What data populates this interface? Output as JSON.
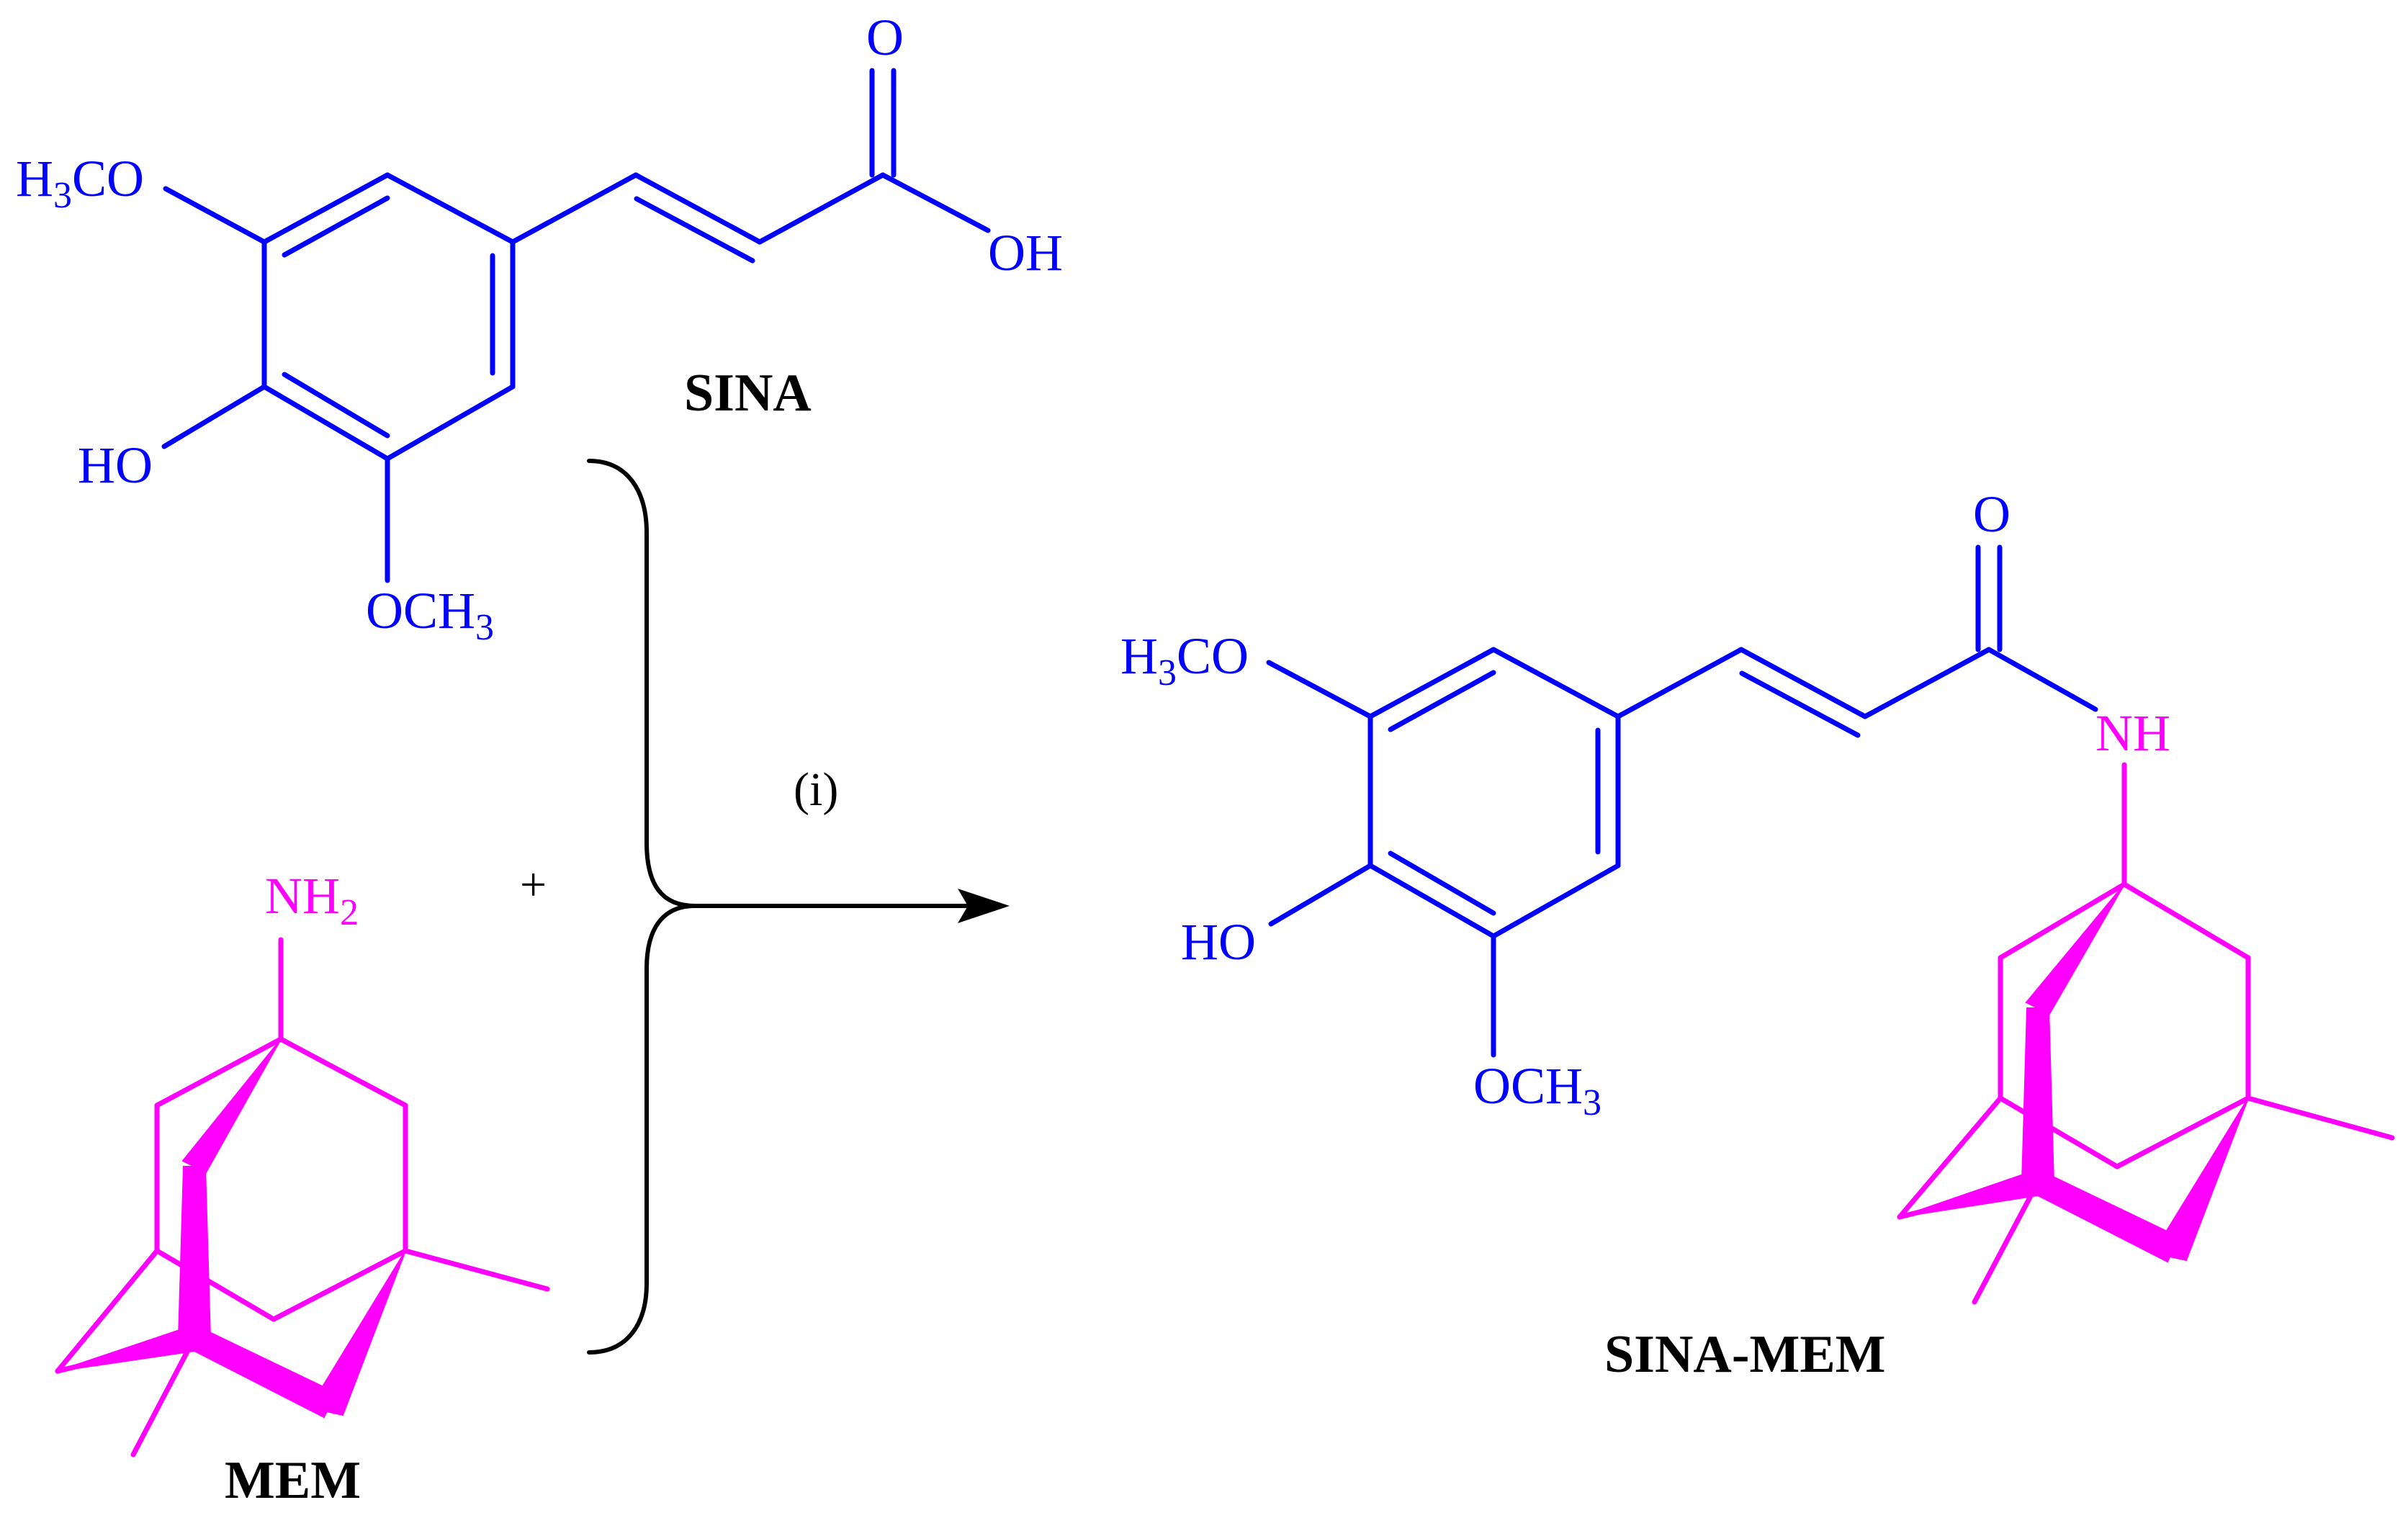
{
  "reactant_acid": {
    "name": "SINA",
    "substituents": {
      "methoxy_top": "H3CO",
      "hydroxy": "HO",
      "methoxy_bottom": "OCH3",
      "carbonyl_o": "O",
      "acid_oh": "OH"
    }
  },
  "reactant_amine": {
    "name": "MEM",
    "amino": "NH2"
  },
  "plus_sign": "+",
  "reaction_condition": "(i)",
  "product": {
    "name": "SINA-MEM",
    "substituents": {
      "methoxy_top": "H3CO",
      "hydroxy": "HO",
      "methoxy_bottom": "OCH3",
      "carbonyl_o": "O",
      "amide_nh": "NH"
    }
  },
  "colors": {
    "acid_fragment": "#0000ff",
    "amine_fragment": "#ff00ff",
    "arrow": "#000000"
  }
}
